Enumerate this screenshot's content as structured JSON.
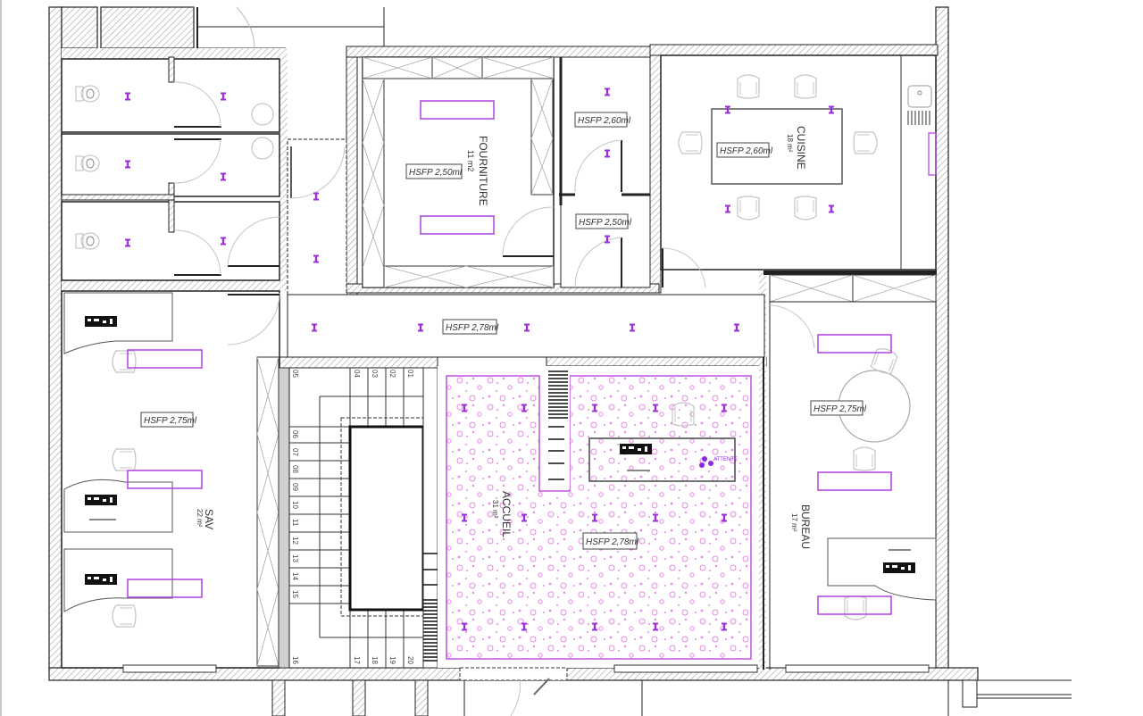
{
  "plan": {
    "colors": {
      "wall": "#222222",
      "hatch": "#9a9a9a",
      "fixture": "#8a2be2",
      "ceiling_pattern": "#e070e0",
      "furniture": "#bdbdbd",
      "background": "#ffffff"
    },
    "rooms": [
      {
        "id": "fourniture",
        "name": "FOURNITURE",
        "area": "11 m2",
        "ceiling": "HSFP 2,50ml"
      },
      {
        "id": "cuisine",
        "name": "CUISINE",
        "area": "18 m²",
        "ceiling": "HSFP 2,60ml"
      },
      {
        "id": "sav",
        "name": "SAV",
        "area": "22 m²",
        "ceiling": "HSFP 2,75ml"
      },
      {
        "id": "accueil",
        "name": "ACCUEIL",
        "area": "31 m²",
        "ceiling": "HSFP 2,78ml"
      },
      {
        "id": "bureau",
        "name": "BUREAU",
        "area": "17 m²",
        "ceiling": "HSFP 2,75ml"
      },
      {
        "id": "corridor",
        "name": "",
        "area": "",
        "ceiling": "HSFP 2,78ml"
      },
      {
        "id": "wc",
        "name": "",
        "area": "",
        "ceiling": "HSFP 2,60ml"
      },
      {
        "id": "hall",
        "name": "",
        "area": "",
        "ceiling": "HSFP 2,50ml"
      }
    ],
    "stairs": {
      "steps_top": [
        "01",
        "02",
        "03",
        "04",
        "05"
      ],
      "steps_left": [
        "06",
        "07",
        "08",
        "09",
        "10",
        "11",
        "12",
        "13",
        "14",
        "15",
        "16"
      ],
      "steps_bottom": [
        "17",
        "18",
        "19",
        "20"
      ]
    },
    "reception_label": "ATTENTE"
  }
}
